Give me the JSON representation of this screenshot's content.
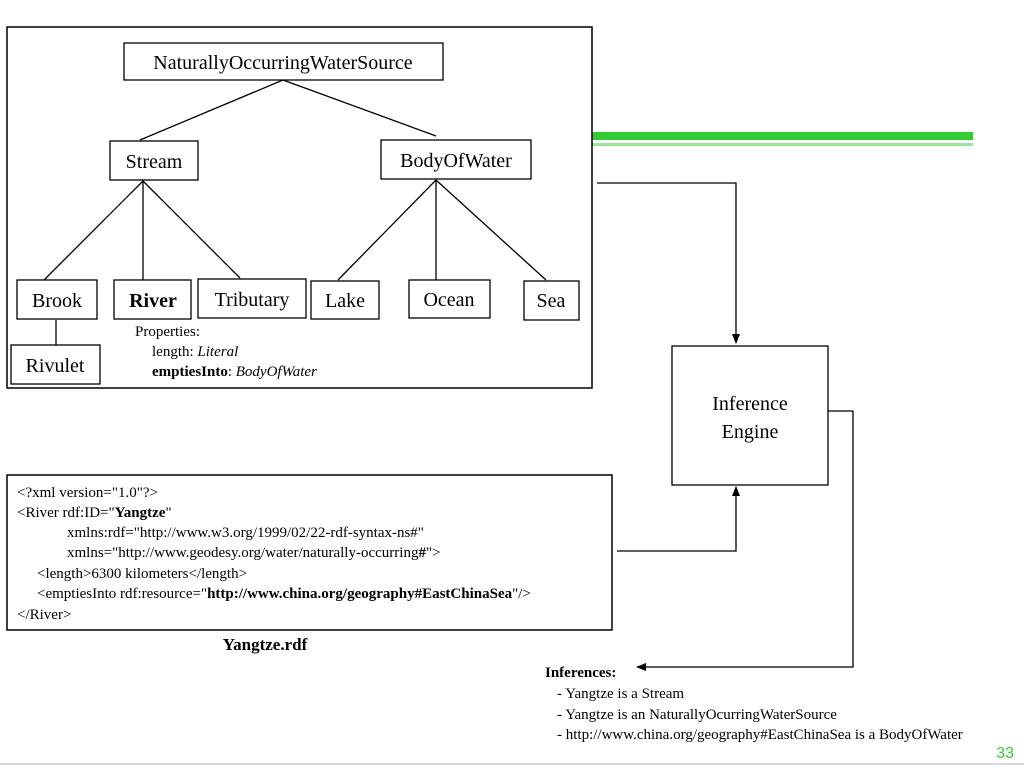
{
  "taxonomy": {
    "root": "NaturallyOccurringWaterSource",
    "stream": "Stream",
    "body_of_water": "BodyOfWater",
    "brook": "Brook",
    "river": "River",
    "tributary": "Tributary",
    "lake": "Lake",
    "ocean": "Ocean",
    "sea": "Sea",
    "rivulet": "Rivulet",
    "properties": {
      "title": "Properties:",
      "length_name": "length: ",
      "length_type": "Literal",
      "empties_name": "emptiesInto",
      "empties_sep": ": ",
      "empties_type": "BodyOfWater"
    }
  },
  "engine": {
    "line1": "Inference",
    "line2": "Engine"
  },
  "rdf": {
    "l1": "<?xml version=\"1.0\"?>",
    "l2_a": "<River rdf:ID=\"",
    "l2_b": "Yangtze",
    "l2_c": "\"",
    "l3": "xmlns:rdf=\"http://www.w3.org/1999/02/22-rdf-syntax-ns#\"",
    "l4_a": "xmlns=\"http://www.geodesy.org/water/naturally-occurring",
    "l4_b": "#",
    "l4_c": "\">",
    "l5": "<length>6300 kilometers</length>",
    "l6_a": "<emptiesInto rdf:resource=\"",
    "l6_b": "http://www.china.org/geography#EastChinaSea",
    "l6_c": "\"/>",
    "l7": "</River>",
    "caption": "Yangtze.rdf"
  },
  "inferences": {
    "title": "Inferences:",
    "items": [
      "- Yangtze is a Stream",
      "- Yangtze is an NaturallyOcurringWaterSource",
      "- http://www.china.org/geography#EastChinaSea is a BodyOfWater"
    ]
  },
  "page_number": "33",
  "colors": {
    "accent_bar": "#33cc33",
    "accent_bar_light": "#99e699",
    "footer_line": "#d9d9d9"
  }
}
